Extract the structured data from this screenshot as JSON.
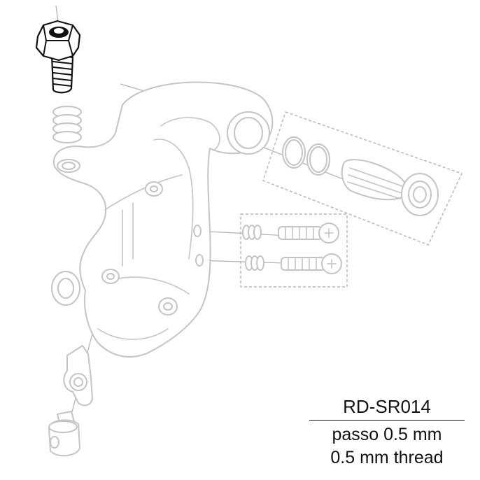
{
  "part": {
    "code": "RD-SR014",
    "thread_it": "passo 0.5 mm",
    "thread_en": "0.5 mm thread"
  },
  "highlighted_part": "limit-adjust-screw",
  "colors": {
    "highlight": "#111111",
    "context": "#c4c4c4",
    "background": "#ffffff"
  }
}
